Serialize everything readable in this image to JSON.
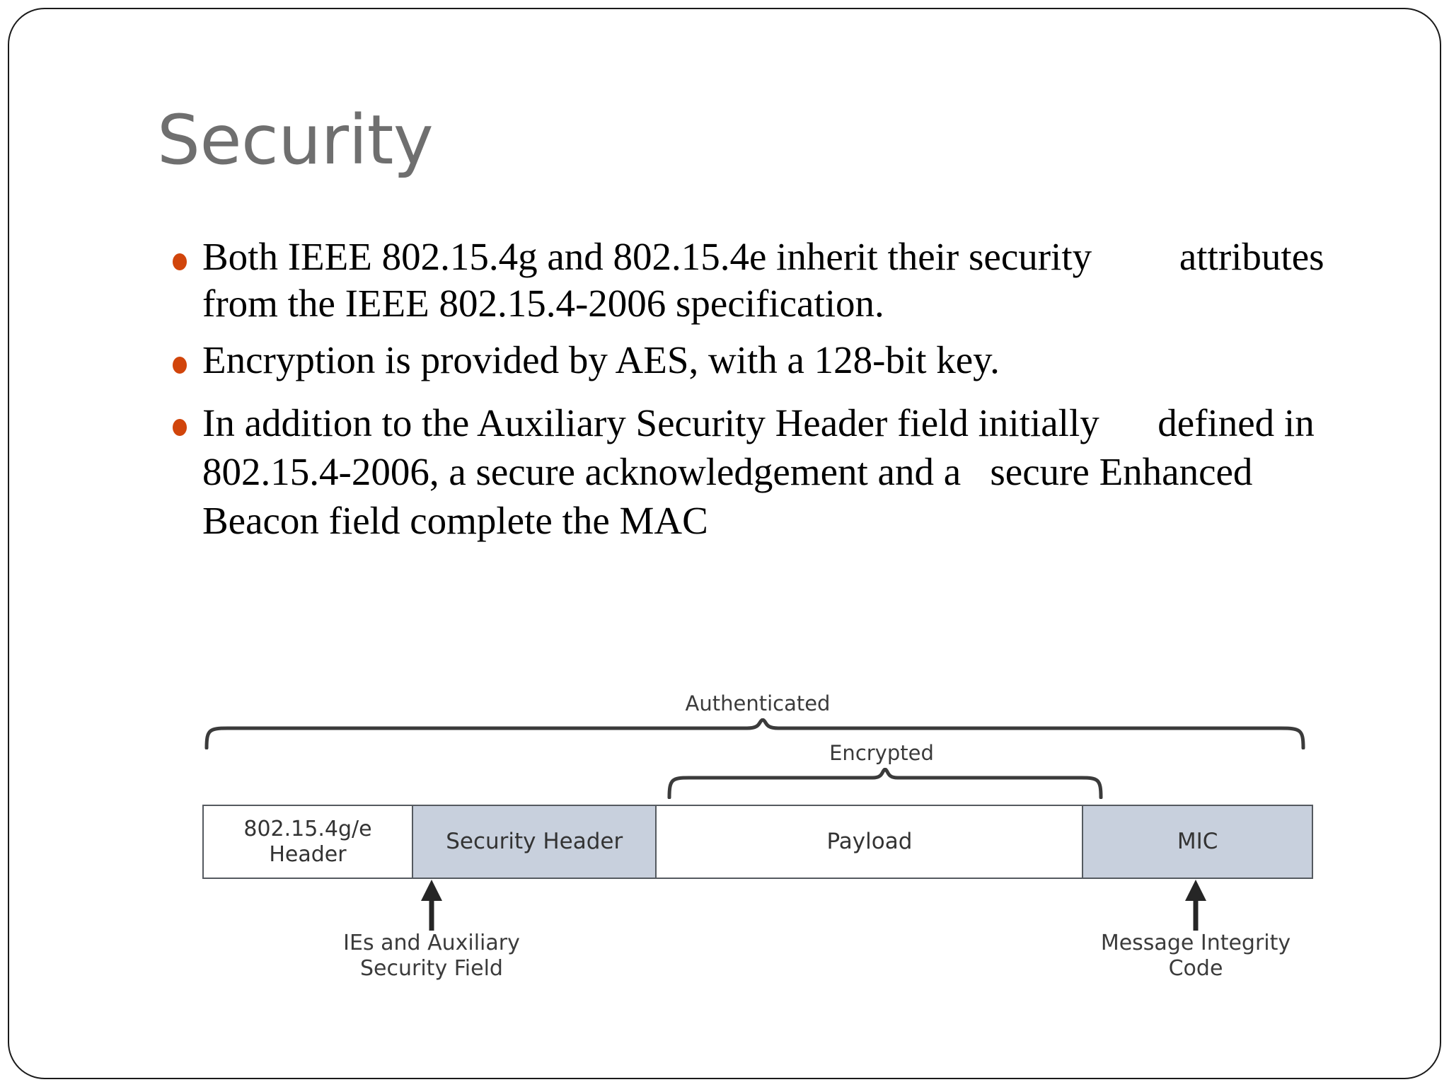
{
  "slide": {
    "title": "Security",
    "title_color": "#6f6f6f",
    "bullet_color": "#D1450B",
    "background": "#ffffff",
    "border_color": "#1a1a1a"
  },
  "bullets": [
    {
      "id": "bullet-1",
      "text": "Both IEEE 802.15.4g and 802.15.4e inherit their security         attributes from the IEEE 802.15.4-2006 specification."
    },
    {
      "id": "bullet-2",
      "text": "Encryption is provided by AES, with a 128-bit key."
    },
    {
      "id": "bullet-3",
      "text": "In addition to the Auxiliary Security Header field initially      defined in 802.15.4-2006, a secure acknowledgement and a   secure Enhanced Beacon field complete the MAC"
    }
  ],
  "diagram": {
    "braces": [
      {
        "name": "authenticated",
        "label": "Authenticated"
      },
      {
        "name": "encrypted",
        "label": "Encrypted"
      }
    ],
    "segments": [
      {
        "name": "header-802-15-4ge",
        "label": "802.15.4g/e\nHeader",
        "fill": "#ffffff",
        "width_pct": 18.9
      },
      {
        "name": "security-header",
        "label": "Security Header",
        "fill": "#c8d0dd",
        "width_pct": 22.0
      },
      {
        "name": "payload",
        "label": "Payload",
        "fill": "#ffffff",
        "width_pct": 38.5
      },
      {
        "name": "mic",
        "label": "MIC",
        "fill": "#c8d0dd",
        "width_pct": 20.6
      }
    ],
    "callouts": [
      {
        "name": "ies-auxiliary-security-field",
        "label": "IEs and Auxiliary\nSecurity Field"
      },
      {
        "name": "message-integrity-code",
        "label": "Message Integrity\nCode"
      }
    ],
    "colors": {
      "shaded_fill": "#c8d0dd",
      "box_border": "#555a60",
      "text": "#333333"
    }
  }
}
